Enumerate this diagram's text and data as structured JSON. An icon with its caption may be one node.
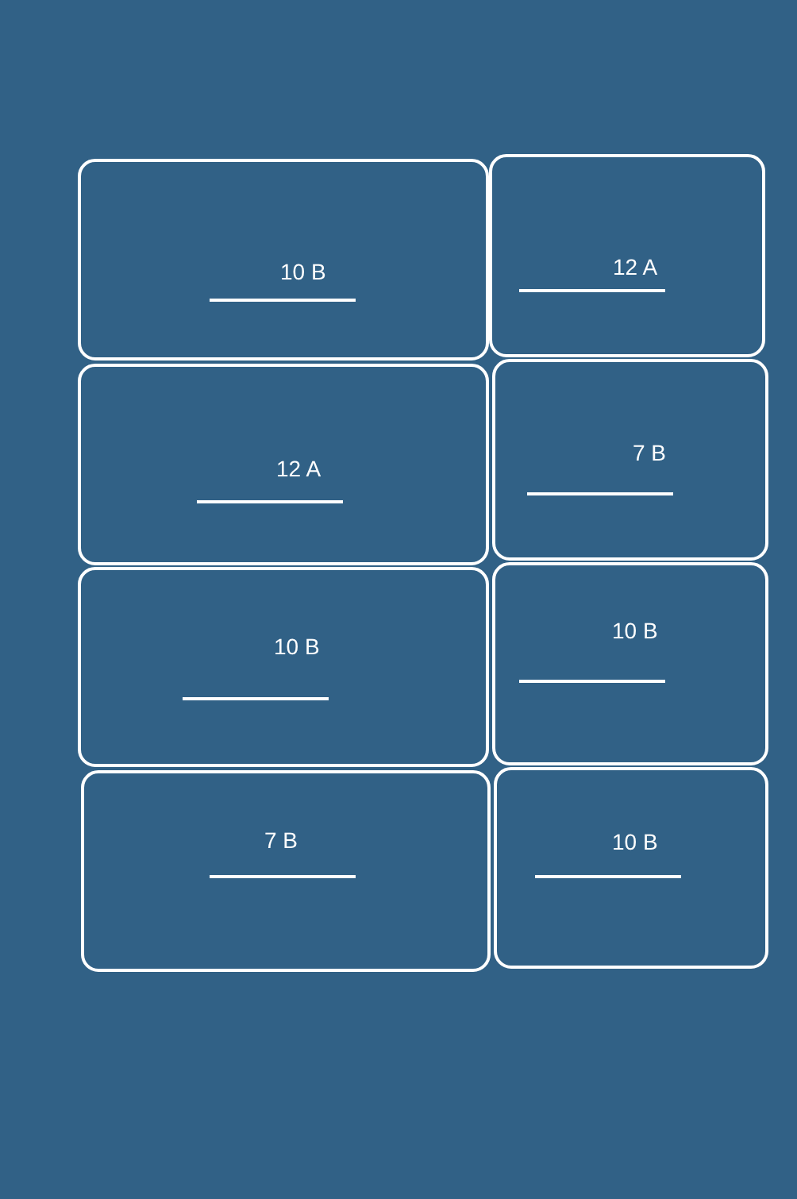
{
  "diagram": {
    "nodes": [
      {
        "text": [
          "10 B"
        ]
      },
      {
        "text": [
          "12 A"
        ]
      },
      {
        "text": [
          "12 A"
        ]
      },
      {
        "text": [
          "7 B"
        ]
      },
      {
        "text": [
          "10 B"
        ]
      },
      {
        "text": [
          "10 B"
        ]
      },
      {
        "text": [
          "7 B"
        ]
      },
      {
        "text": [
          "10 B"
        ]
      }
    ]
  }
}
